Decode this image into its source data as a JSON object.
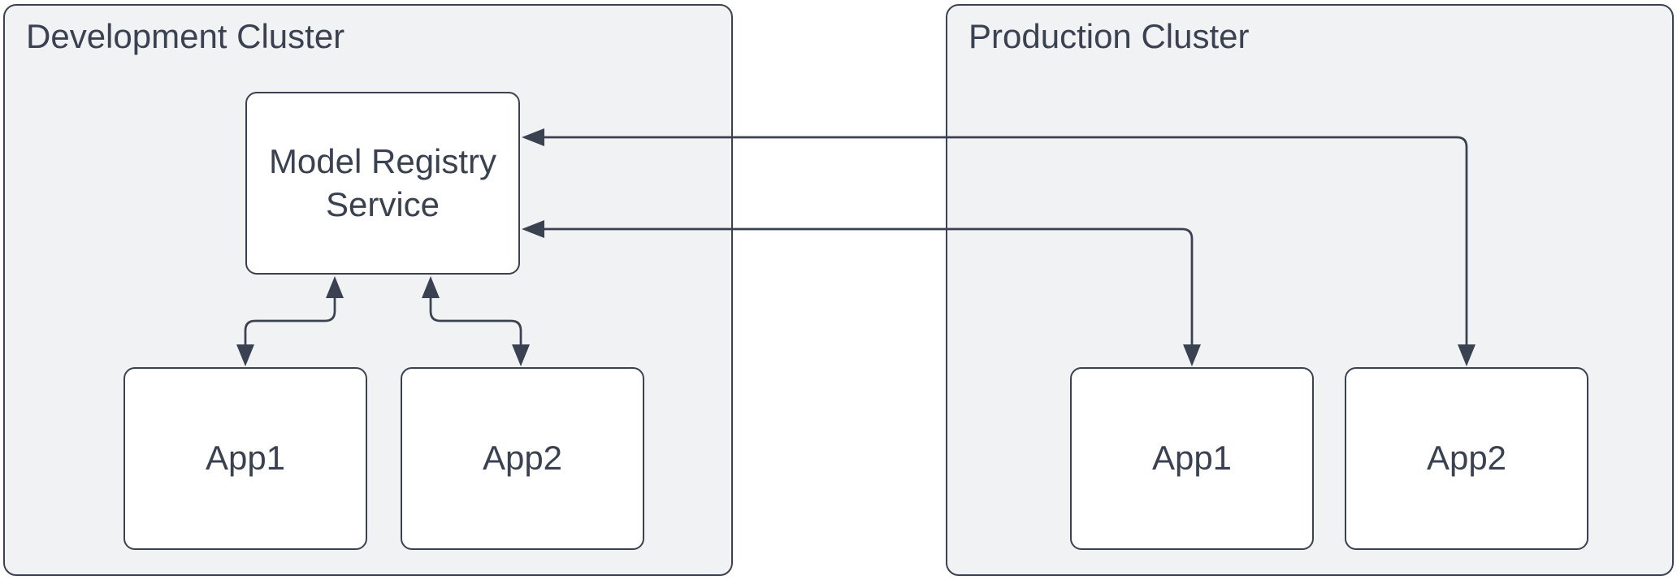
{
  "clusters": [
    {
      "id": "development-cluster",
      "title": "Development Cluster",
      "nodes": [
        {
          "id": "model-registry-service",
          "label": "Model Registry Service"
        },
        {
          "id": "dev-app1",
          "label": "App1"
        },
        {
          "id": "dev-app2",
          "label": "App2"
        }
      ]
    },
    {
      "id": "production-cluster",
      "title": "Production Cluster",
      "nodes": [
        {
          "id": "prod-app1",
          "label": "App1"
        },
        {
          "id": "prod-app2",
          "label": "App2"
        }
      ]
    }
  ],
  "edges": [
    {
      "from": "dev-app1",
      "to": "model-registry-service",
      "direction": "bidirectional"
    },
    {
      "from": "dev-app2",
      "to": "model-registry-service",
      "direction": "bidirectional"
    },
    {
      "from": "prod-app1",
      "to": "model-registry-service",
      "direction": "bidirectional"
    },
    {
      "from": "prod-app2",
      "to": "model-registry-service",
      "direction": "bidirectional"
    }
  ],
  "colors": {
    "stroke": "#3a4150",
    "text": "#3a4150",
    "cluster_fill": "#f1f2f4",
    "node_fill": "#ffffff",
    "background": "#ffffff"
  }
}
